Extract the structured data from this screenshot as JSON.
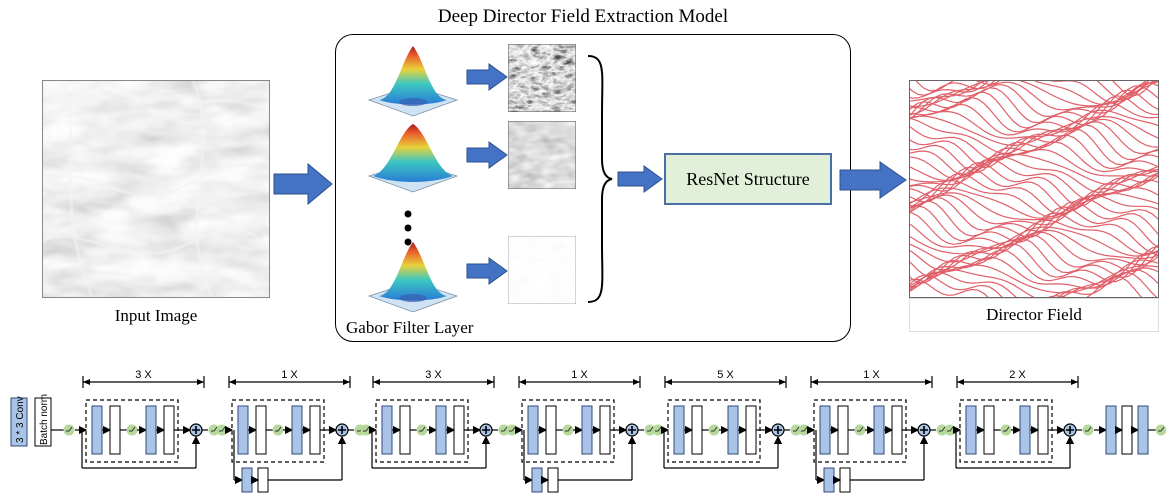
{
  "top": {
    "title": "Deep Director Field Extraction Model",
    "input_caption": "Input Image",
    "gabor_caption": "Gabor Filter Layer",
    "resnet_label": "ResNet Structure",
    "output_caption": "Director Field"
  },
  "bottom": {
    "conv_label": "3 * 3 Conv",
    "batch_label": "Batch norm",
    "repeat_labels": [
      "3 X",
      "1 X",
      "3 X",
      "1 X",
      "5 X",
      "1 X",
      "2 X"
    ]
  },
  "colors": {
    "arrow_blue": "#4472c4",
    "block_blue": "#a9c4e6",
    "block_border": "#2e4a7a",
    "relu_green": "#b5d99c",
    "resnet_fill": "#e3f0d9",
    "field_red": "#e0606a"
  }
}
